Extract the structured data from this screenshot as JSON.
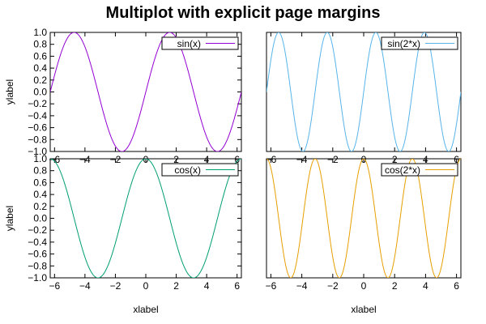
{
  "title": "Multiplot with explicit page margins",
  "chart_data": [
    {
      "type": "line",
      "series": [
        {
          "name": "sin(x)",
          "expression": "sin(x)",
          "color": "#9400d3"
        }
      ],
      "xlim": [
        -6.2832,
        6.2832
      ],
      "ylim": [
        -1,
        1
      ],
      "xticks": [
        -6,
        -4,
        -2,
        0,
        2,
        4,
        6
      ],
      "yticks": [
        -1.0,
        -0.8,
        -0.6,
        -0.4,
        -0.2,
        0.0,
        0.2,
        0.4,
        0.6,
        0.8,
        1.0
      ],
      "xlabel": "",
      "ylabel": "ylabel",
      "legend": "top-right",
      "grid": false
    },
    {
      "type": "line",
      "series": [
        {
          "name": "sin(2*x)",
          "expression": "sin(2*x)",
          "color": "#56b4e9"
        }
      ],
      "xlim": [
        -6.2832,
        6.2832
      ],
      "ylim": [
        -1,
        1
      ],
      "xticks": [
        -6,
        -4,
        -2,
        0,
        2,
        4,
        6
      ],
      "yticks": [],
      "xlabel": "",
      "ylabel": "",
      "legend": "top-right",
      "grid": false
    },
    {
      "type": "line",
      "series": [
        {
          "name": "cos(x)",
          "expression": "cos(x)",
          "color": "#009e73"
        }
      ],
      "xlim": [
        -6.2832,
        6.2832
      ],
      "ylim": [
        -1,
        1
      ],
      "xticks": [
        -6,
        -4,
        -2,
        0,
        2,
        4,
        6
      ],
      "yticks": [
        -1.0,
        -0.8,
        -0.6,
        -0.4,
        -0.2,
        0.0,
        0.2,
        0.4,
        0.6,
        0.8,
        1.0
      ],
      "xlabel": "xlabel",
      "ylabel": "ylabel",
      "legend": "top-right",
      "grid": false
    },
    {
      "type": "line",
      "series": [
        {
          "name": "cos(2*x)",
          "expression": "cos(2*x)",
          "color": "#e69f00"
        }
      ],
      "xlim": [
        -6.2832,
        6.2832
      ],
      "ylim": [
        -1,
        1
      ],
      "xticks": [
        -6,
        -4,
        -2,
        0,
        2,
        4,
        6
      ],
      "yticks": [],
      "xlabel": "xlabel",
      "ylabel": "",
      "legend": "top-right",
      "grid": false
    }
  ]
}
